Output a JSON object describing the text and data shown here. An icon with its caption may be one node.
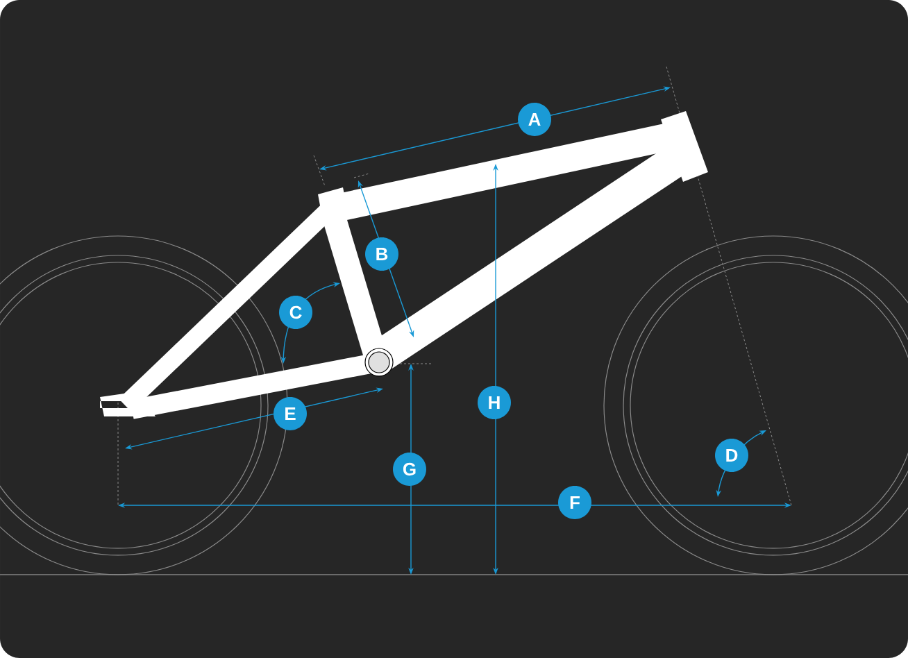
{
  "diagram": {
    "labels": [
      "A",
      "B",
      "C",
      "H",
      "E",
      "D",
      "G",
      "F"
    ]
  }
}
